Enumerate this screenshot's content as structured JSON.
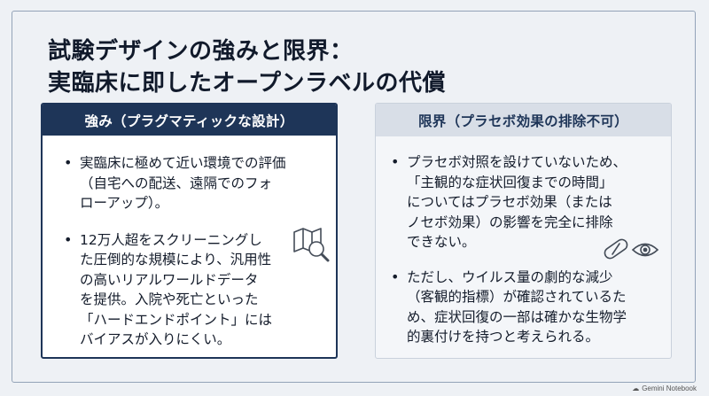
{
  "title": {
    "line1": "試験デザインの強みと限界：",
    "line2": "実臨床に即したオープンラベルの代償"
  },
  "strengths": {
    "header": "強み（プラグマティックな設計）",
    "items": [
      [
        "実臨床に極めて近い環境での評価",
        "（自宅への配送、遠隔でのフォ",
        "ローアップ）。"
      ],
      [
        "12万人超をスクリーニングし",
        "た圧倒的な規模により、汎用性",
        "の高いリアルワールドデータ",
        "を提供。入院や死亡といった",
        "「ハードエンドポイント」には",
        "バイアスが入りにくい。"
      ]
    ],
    "icon": "map-magnifier-icon"
  },
  "limitations": {
    "header": "限界（プラセボ効果の排除不可）",
    "items": [
      [
        "プラセボ対照を設けていないため、",
        "「主観的な症状回復までの時間」",
        "についてはプラセボ効果（または",
        "ノセボ効果）の影響を完全に排除",
        "できない。"
      ],
      [
        "ただし、ウイルス量の劇的な減少",
        "（客観的指標）が確認されているた",
        "め、症状回復の一部は確かな生物学",
        "的裏付けを持つと考えられる。"
      ]
    ],
    "icon": "pill-eye-icon"
  },
  "footer": {
    "label": "Gemini Notebook"
  }
}
